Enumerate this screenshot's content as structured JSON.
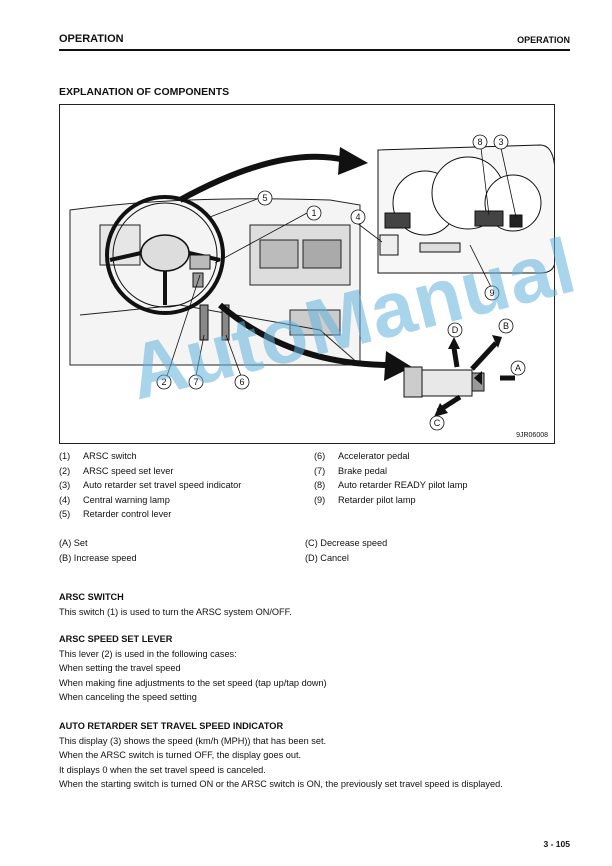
{
  "header": {
    "left": "OPERATION",
    "right": "OPERATION"
  },
  "section_title": "EXPLANATION OF COMPONENTS",
  "figure": {
    "id": "9JR06008",
    "callouts": [
      "1",
      "2",
      "3",
      "4",
      "5",
      "6",
      "7",
      "8",
      "9"
    ],
    "direction_labels": [
      "A",
      "B",
      "C",
      "D"
    ]
  },
  "components_left": [
    {
      "num": "(1)",
      "label": "ARSC switch"
    },
    {
      "num": "(2)",
      "label": "ARSC speed set lever"
    },
    {
      "num": "(3)",
      "label": "Auto retarder set travel speed indicator"
    },
    {
      "num": "(4)",
      "label": "Central warning lamp"
    },
    {
      "num": "(5)",
      "label": "Retarder control lever"
    }
  ],
  "components_right": [
    {
      "num": "(6)",
      "label": "Accelerator pedal"
    },
    {
      "num": "(7)",
      "label": "Brake pedal"
    },
    {
      "num": "(8)",
      "label": "Auto retarder READY pilot lamp"
    },
    {
      "num": "(9)",
      "label": "Retarder pilot lamp"
    }
  ],
  "directions_left": [
    "(A) Set",
    "(B) Increase speed"
  ],
  "directions_right": [
    "(C) Decrease speed",
    "(D) Cancel"
  ],
  "arsc_switch": {
    "heading": "ARSC SWITCH",
    "lines": [
      "This switch (1) is used to turn the ARSC system ON/OFF."
    ]
  },
  "arsc_lever": {
    "heading": "ARSC SPEED SET LEVER",
    "lines": [
      "This lever (2) is used in the following cases:",
      "When setting the travel speed",
      "When making fine adjustments to the set speed (tap up/tap down)",
      "When canceling the speed setting"
    ]
  },
  "speed_indicator": {
    "heading": "AUTO RETARDER SET TRAVEL SPEED INDICATOR",
    "lines": [
      "This display (3) shows the speed (km/h (MPH)) that has been set.",
      "When the ARSC switch is turned OFF, the display goes out.",
      "It displays 0 when the set travel speed is canceled.",
      "When the starting switch is turned ON or the ARSC switch is ON, the previously set travel speed is displayed."
    ]
  },
  "page_number": "3 - 105",
  "watermark": "AutoManual"
}
